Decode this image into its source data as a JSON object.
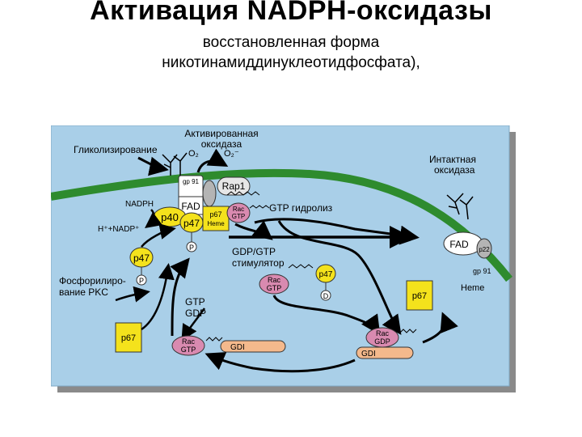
{
  "header": {
    "title": "Активация NADPH-оксидазы",
    "subtitle_line1": "восстановленная форма",
    "subtitle_line2": "никотинамиддинуклеотидфосфата),"
  },
  "colors": {
    "background": "#a9cfe8",
    "membrane": "#2e8b2e",
    "yellow_protein": "#f4e21c",
    "pink_protein": "#d98ab0",
    "gdi_orange": "#f4b98c",
    "grey_protein": "#b4b4b4"
  },
  "diagram": {
    "labels": {
      "activated_oxidase_1": "Активированная",
      "activated_oxidase_2": "оксидаза",
      "glycosylation": "Гликолизирование",
      "o2": "O₂",
      "superoxide": "O₂⁻",
      "intact_oxidase_1": "Интактная",
      "intact_oxidase_2": "оксидаза",
      "nadph": "NADPH",
      "h_nadp": "H⁺+NADP⁺",
      "gtp_hydrolysis": "GTP  гидролиз",
      "gdp_gtp_stimulator_1": "GDP/GTP",
      "gdp_gtp_stimulator_2": "стимулятор",
      "phosphorylation_1": "Фосфорилиро-",
      "phosphorylation_2": "вание PKC",
      "gtp": "GTP",
      "gdp": "GDP",
      "heme_right": "Heme",
      "gp91_right": "gp 91"
    },
    "proteins": {
      "gp91": "gp 91",
      "fad": "FAD",
      "rap1": "Rap1",
      "p22": "p22",
      "p40": "p40",
      "p47": "p47",
      "p67": "p67",
      "heme": "Heme",
      "rac": "Rac",
      "gtp": "GTP",
      "gdp": "GDP",
      "gdi": "GDI",
      "p": "P",
      "d": "D"
    }
  }
}
